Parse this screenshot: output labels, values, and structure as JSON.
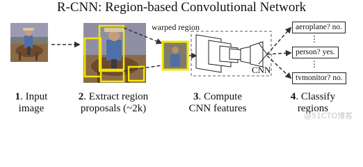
{
  "title": "R-CNN: Region-based Convolutional Network",
  "warped_region_label": "warped region",
  "cnn_label": "CNN",
  "outputs": [
    {
      "text": "aeroplane? no."
    },
    {
      "text": "person? yes."
    },
    {
      "text": "tvmonitor? no."
    }
  ],
  "ellipsis": "⋮",
  "steps": [
    {
      "num": "1",
      "line1": ". Input",
      "line2": "image"
    },
    {
      "num": "2",
      "line1": ". Extract region",
      "line2": "proposals (~2k)"
    },
    {
      "num": "3",
      "line1": ". Compute",
      "line2": "CNN features"
    },
    {
      "num": "4",
      "line1": ". Classify",
      "line2": "regions"
    }
  ],
  "watermark": "@51CTO博客",
  "colors": {
    "region_box": "#f2e600",
    "arrow": "#333333",
    "cnn_border": "#555555"
  }
}
